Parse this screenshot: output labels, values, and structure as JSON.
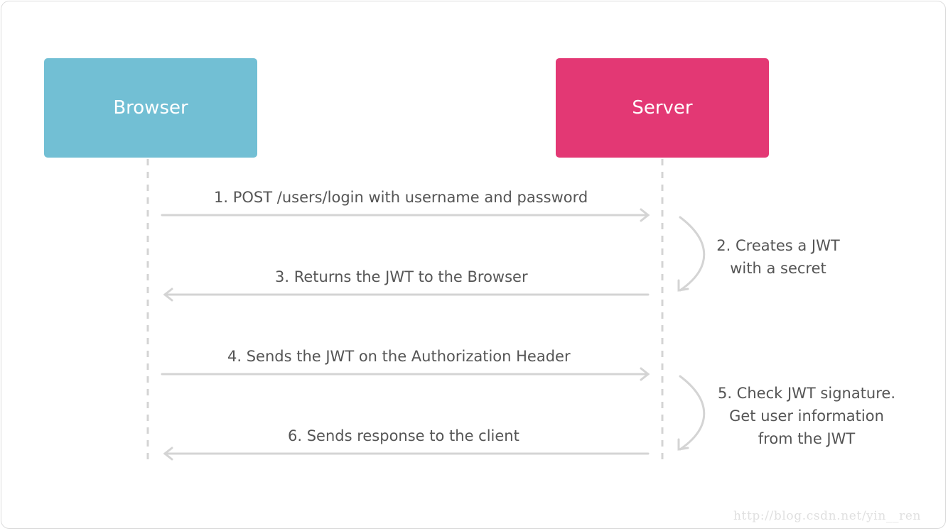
{
  "actors": {
    "browser": {
      "label": "Browser",
      "color": "#72bfd4"
    },
    "server": {
      "label": "Server",
      "color": "#e33874"
    }
  },
  "messages": [
    {
      "label": "1. POST /users/login with username and password",
      "direction": "to-server"
    },
    {
      "label": "3. Returns the JWT to the Browser",
      "direction": "to-browser"
    },
    {
      "label": "4. Sends the JWT on the Authorization Header",
      "direction": "to-server"
    },
    {
      "label": "6. Sends response to the client",
      "direction": "to-browser"
    }
  ],
  "server_notes": [
    {
      "lines": [
        "2. Creates a JWT",
        "with a secret"
      ]
    },
    {
      "lines": [
        "5. Check JWT signature.",
        "Get user information",
        "from the JWT"
      ]
    }
  ],
  "colors": {
    "line": "#d4d4d4",
    "text": "#555555"
  },
  "watermark": "http://blog.csdn.net/yin__ren"
}
